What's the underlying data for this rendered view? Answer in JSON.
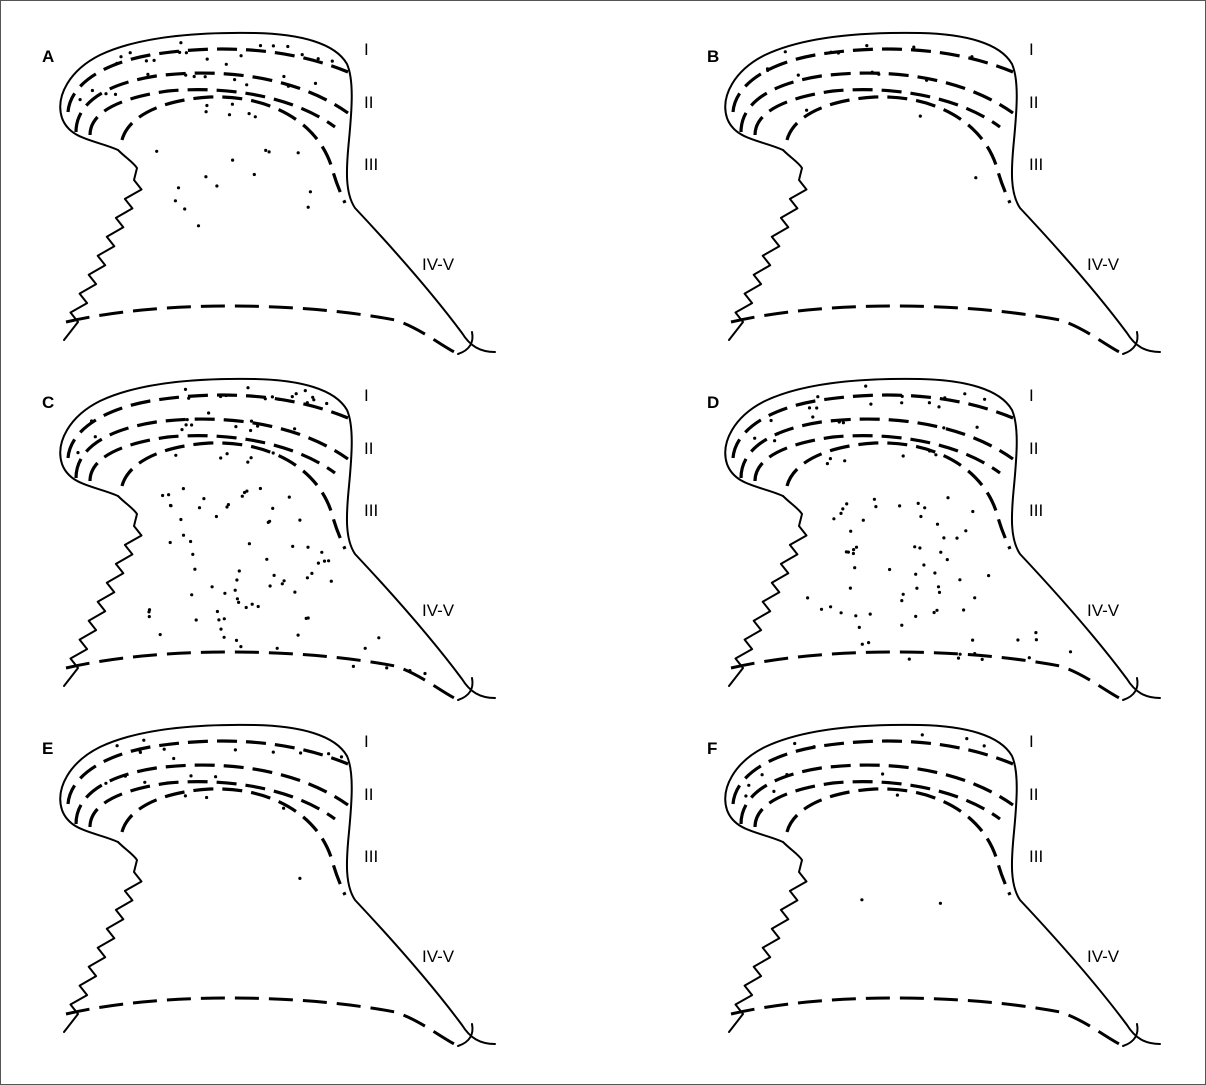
{
  "panels": [
    {
      "letter": "A",
      "density": [
        18,
        12,
        6,
        14,
        0
      ]
    },
    {
      "letter": "B",
      "density": [
        8,
        4,
        2,
        1,
        0
      ]
    },
    {
      "letter": "C",
      "density": [
        18,
        10,
        6,
        40,
        34
      ]
    },
    {
      "letter": "D",
      "density": [
        14,
        8,
        6,
        34,
        32
      ]
    },
    {
      "letter": "E",
      "density": [
        10,
        6,
        3,
        1,
        0
      ]
    },
    {
      "letter": "F",
      "density": [
        8,
        3,
        1,
        2,
        0
      ]
    }
  ],
  "laminae": [
    "I",
    "II",
    "III",
    "IV-V"
  ]
}
